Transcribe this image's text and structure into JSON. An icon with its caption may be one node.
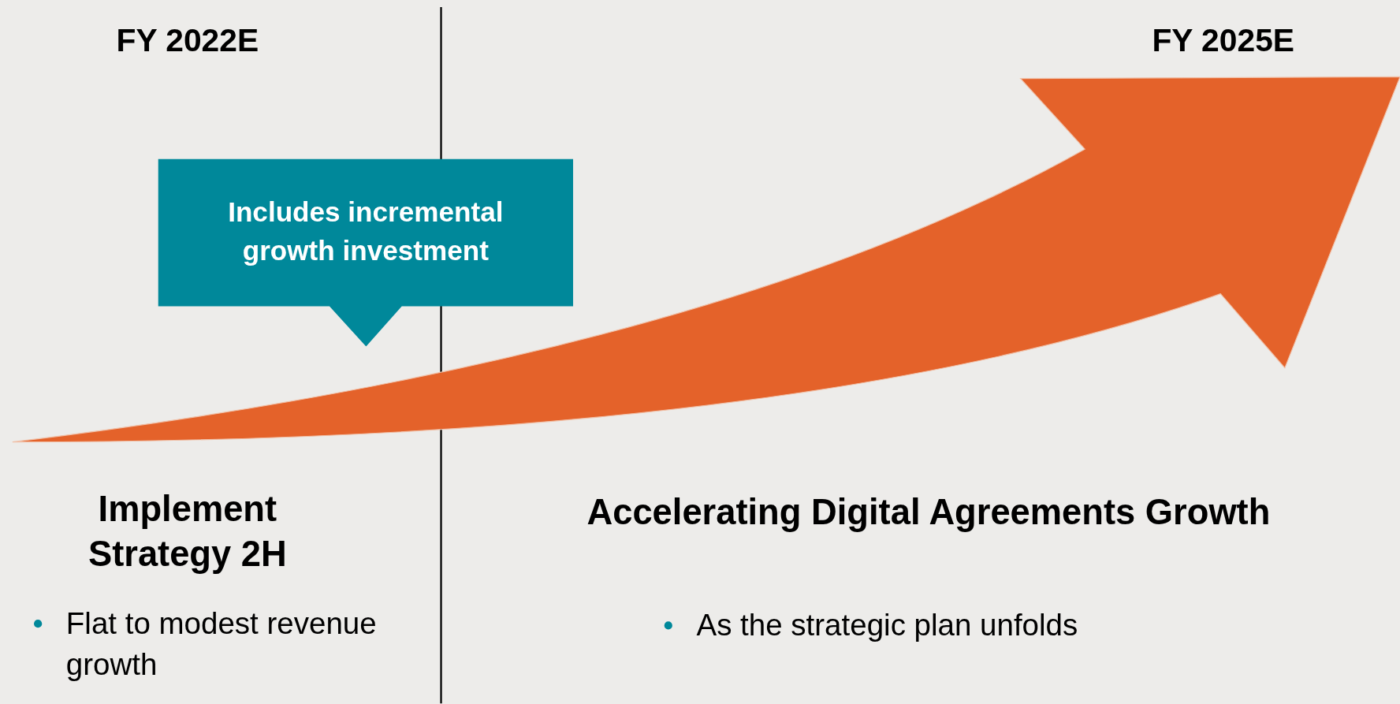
{
  "diagram": {
    "nodes": [
      {
        "text": [
          "Includes incremental growth investment"
        ]
      }
    ],
    "labels": [
      "FY 2022E",
      "FY 2025E",
      "Implement Strategy 2H",
      "Accelerating Digital Agreements Growth",
      "Flat to modest revenue growth",
      "As the strategic plan unfolds"
    ]
  }
}
